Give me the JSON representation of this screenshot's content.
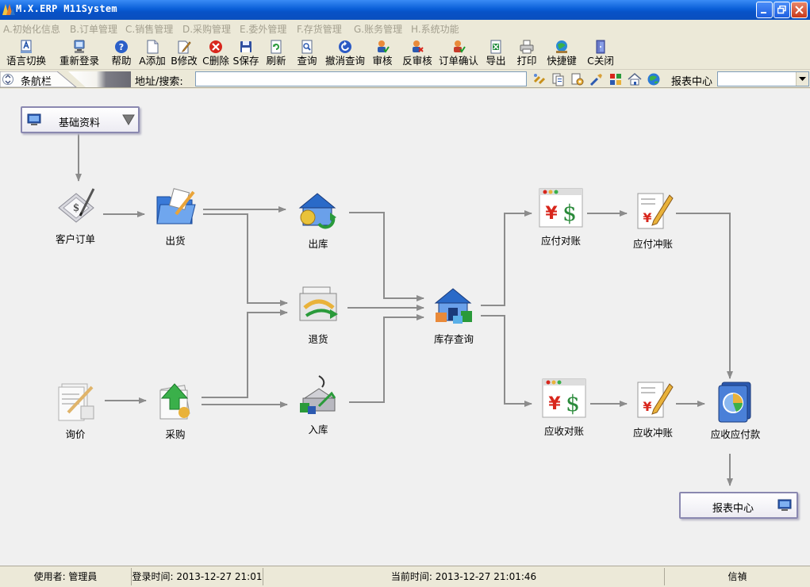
{
  "window": {
    "title": "M.X.ERP M11System"
  },
  "menu": [
    "A.初始化信息",
    "B.订单管理",
    "C.销售管理",
    "D.采购管理",
    "E.委外管理",
    "F.存货管理",
    "G.账务管理",
    "H.系统功能"
  ],
  "toolbar": [
    {
      "label": "语言切换",
      "icon": "language-icon"
    },
    {
      "label": "重新登录",
      "icon": "relogin-icon"
    },
    {
      "label": "帮助",
      "icon": "help-icon"
    },
    {
      "label": "A添加",
      "icon": "add-icon"
    },
    {
      "label": "B修改",
      "icon": "edit-icon"
    },
    {
      "label": "C删除",
      "icon": "delete-icon"
    },
    {
      "label": "S保存",
      "icon": "save-icon"
    },
    {
      "label": "刷新",
      "icon": "refresh-icon"
    },
    {
      "label": "查询",
      "icon": "query-icon"
    },
    {
      "label": "撤消查询",
      "icon": "undo-query-icon"
    },
    {
      "label": "审核",
      "icon": "approve-icon"
    },
    {
      "label": "反审核",
      "icon": "unapprove-icon"
    },
    {
      "label": "订单确认",
      "icon": "order-confirm-icon"
    },
    {
      "label": "导出",
      "icon": "export-icon"
    },
    {
      "label": "打印",
      "icon": "print-icon"
    },
    {
      "label": "快捷键",
      "icon": "shortcut-icon"
    },
    {
      "label": "C关闭",
      "icon": "close-door-icon"
    }
  ],
  "addressbar": {
    "nav_label": "条航栏",
    "address_label": "地址/搜索:",
    "address_value": "",
    "report_label": "报表中心",
    "report_value": ""
  },
  "flow": {
    "basic_info": "基础资料",
    "report_center": "报表中心",
    "nodes": {
      "customer_order": "客户订单",
      "shipment": "出货",
      "stock_out": "出库",
      "return": "退货",
      "stock_in": "入库",
      "inventory_query": "库存查询",
      "inquiry": "询价",
      "purchase": "采购",
      "payable_reconcile": "应付对账",
      "payable_offset": "应付冲账",
      "receivable_reconcile": "应收对账",
      "receivable_offset": "应收冲账",
      "ar_ap": "应收应付款"
    }
  },
  "status": {
    "user": "使用者: 管理員",
    "login_time": "登录时间: 2013-12-27 21:01",
    "current_time": "当前时间: 2013-12-27 21:01:46",
    "company": "信禎"
  },
  "colors": {
    "titlebar": "#0a5fd8",
    "menu_disabled": "#a39f8e",
    "canvas": "#f0f0f0",
    "arrow": "#8c8c8c"
  }
}
